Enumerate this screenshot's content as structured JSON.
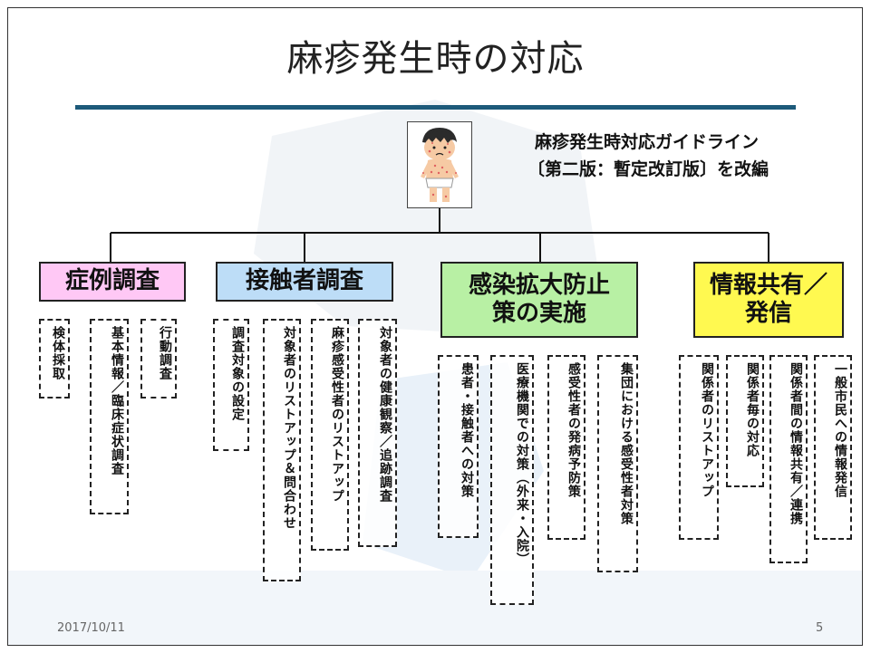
{
  "slide": {
    "title": "麻疹発生時の対応",
    "reference_line1": "麻疹発生時対応ガイドライン",
    "reference_line2": "〔第二版：暫定改訂版〕を改編",
    "date": "2017/10/11",
    "page_number": "5"
  },
  "categories": [
    {
      "label": "症例調査",
      "color": "#ffc8f5",
      "items": [
        "検体採取",
        "基本情報／臨床症状調査",
        "行動調査"
      ]
    },
    {
      "label": "接触者調査",
      "color": "#bdddf7",
      "items": [
        "調査対象の設定",
        "対象者のリストアップ＆問合わせ",
        "麻疹感受性者のリストアップ",
        "対象者の健康観察／追跡調査"
      ]
    },
    {
      "label": "感染拡大防止策の実施",
      "color": "#b8f0a4",
      "items": [
        "患者・接触者への対策",
        "医療機関での対策（外来・入院）",
        "感受性者の発病予防策",
        "集団における感受性者対策"
      ]
    },
    {
      "label": "情報共有／発信",
      "color": "#fff950",
      "items": [
        "関係者のリストアップ",
        "関係者毎の対応",
        "関係者間の情報共有／連携",
        "一般市民への情報発信"
      ]
    }
  ],
  "colors": {
    "title_rule": "#1d5a7a",
    "border": "#222222"
  },
  "icons": {
    "illustration": "child-with-measles-rash-illustration"
  }
}
